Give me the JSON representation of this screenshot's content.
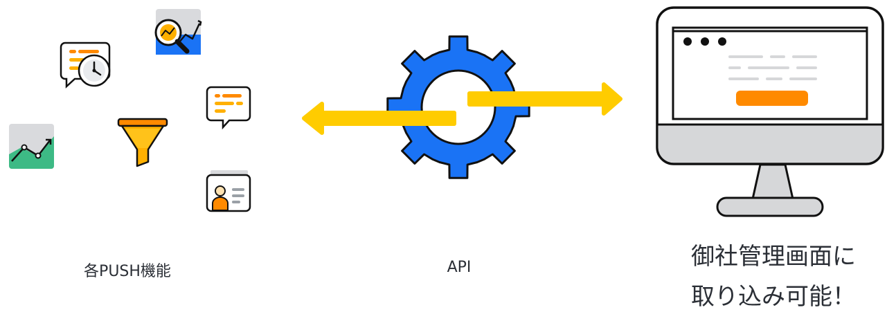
{
  "labels": {
    "push": "各PUSH機能",
    "api": "API",
    "result_line1": "御社管理画面に",
    "result_line2": "取り込み可能！"
  },
  "icons": {
    "left_cluster": [
      "chat-clock-icon",
      "analytics-magnifier-icon",
      "chat-list-icon",
      "line-chart-icon",
      "funnel-icon",
      "profile-card-icon"
    ],
    "center": "gear-icon",
    "right": "monitor-icon",
    "arrows": [
      "arrow-left-icon",
      "arrow-right-icon"
    ]
  },
  "colors": {
    "gear_blue": "#1a73f5",
    "arrow_yellow": "#ffcc00",
    "accent_orange": "#ff8a00",
    "outline_dark": "#111111",
    "chart_green": "#3dba85",
    "monitor_gray": "#d6d7d9"
  }
}
